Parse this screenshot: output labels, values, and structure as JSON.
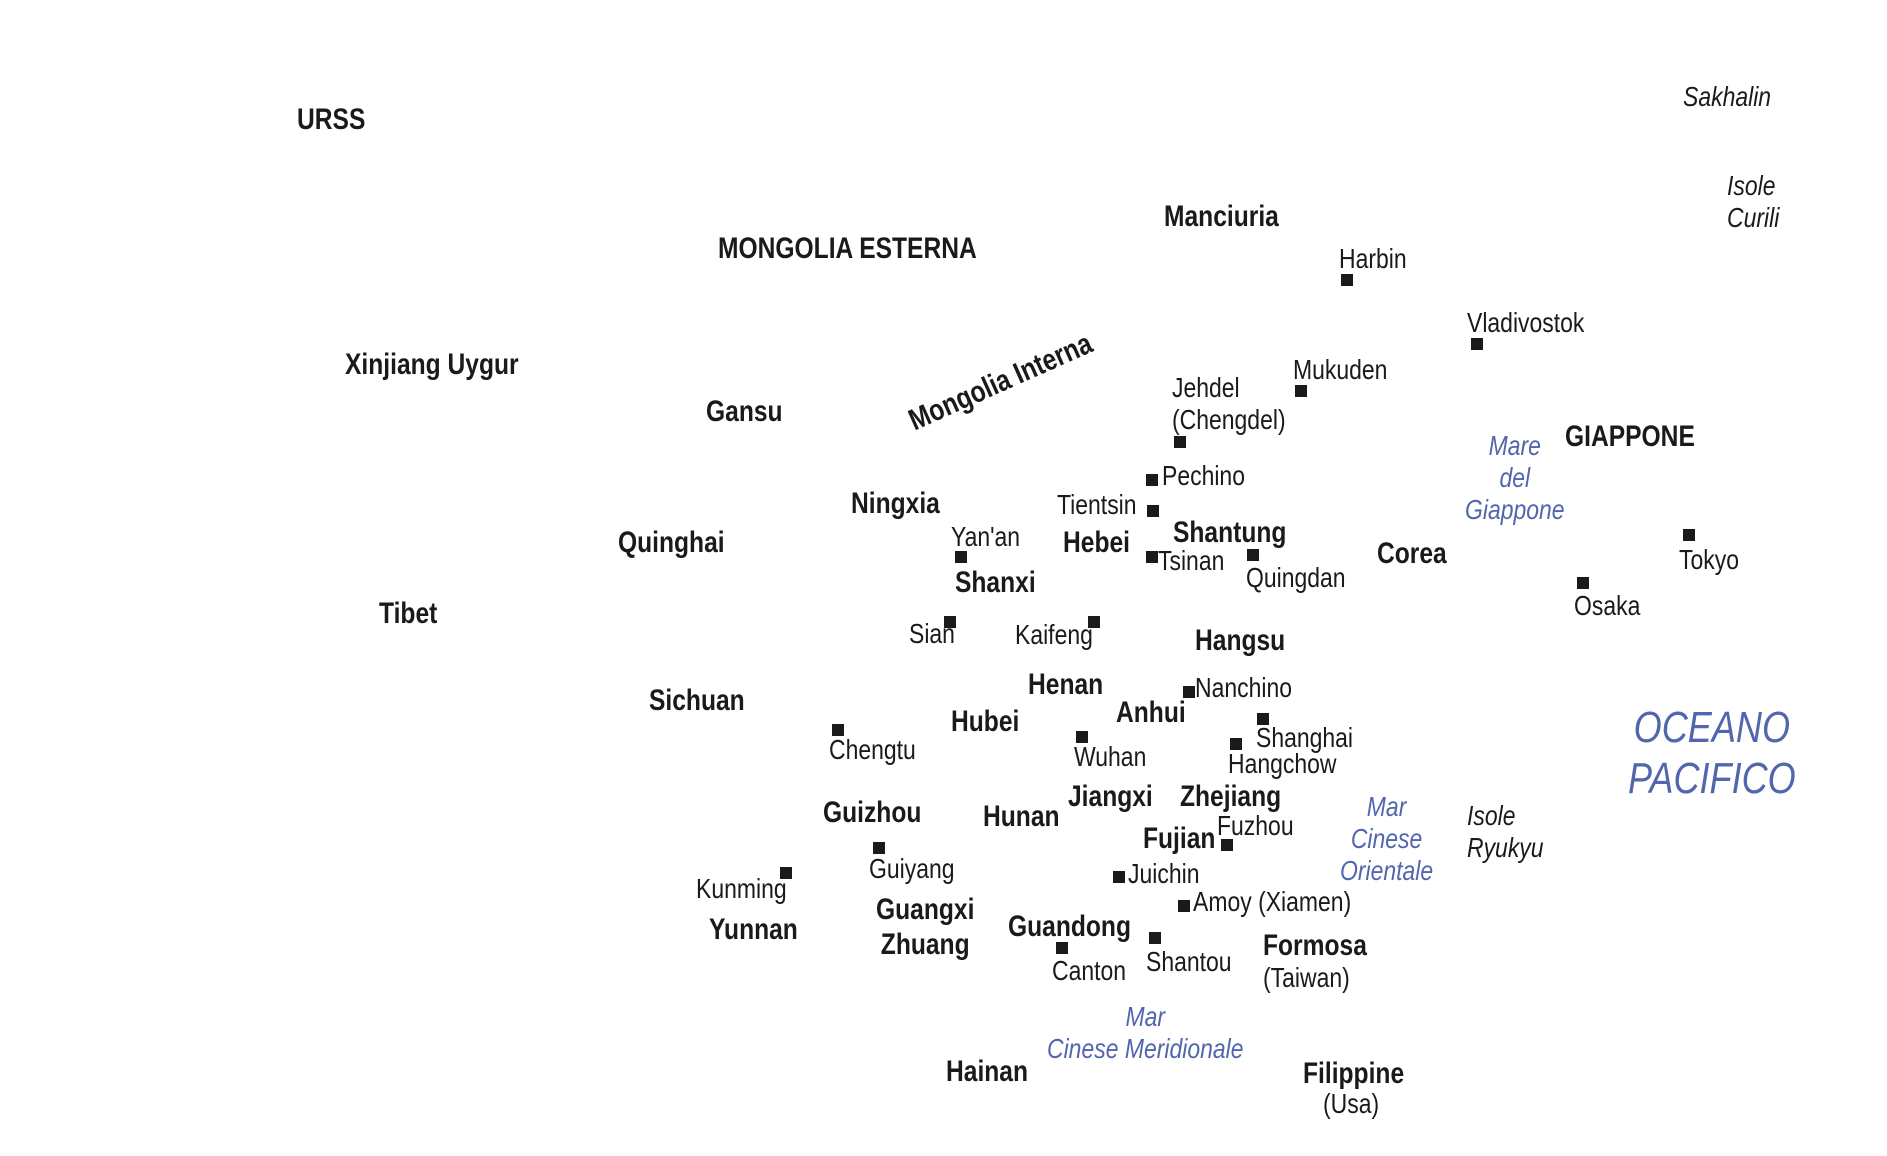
{
  "regions": {
    "urss": "URSS",
    "mongolia_esterna": "MONGOLIA ESTERNA",
    "manciuria": "Manciuria",
    "xinjiang": "Xinjiang Uygur",
    "gansu": "Gansu",
    "mongolia_interna": "Mongolia Interna",
    "giappone": "GIAPPONE",
    "ningxia": "Ningxia",
    "hebei": "Hebei",
    "shantung": "Shantung",
    "quinghai": "Quinghai",
    "corea": "Corea",
    "shanxi": "Shanxi",
    "tibet": "Tibet",
    "hangsu": "Hangsu",
    "henan": "Henan",
    "sichuan": "Sichuan",
    "anhui": "Anhui",
    "hubei": "Hubei",
    "jiangxi": "Jiangxi",
    "zhejiang": "Zhejiang",
    "guizhou": "Guizhou",
    "hunan": "Hunan",
    "fujian": "Fujian",
    "guangxi": "Guangxi\nZhuang",
    "yunnan": "Yunnan",
    "guandong": "Guandong",
    "formosa": "Formosa",
    "hainan": "Hainan",
    "filippine": "Filippine"
  },
  "region_notes": {
    "formosa": "(Taiwan)",
    "filippine": "(Usa)"
  },
  "cities": {
    "harbin": "Harbin",
    "vladivostok": "Vladivostok",
    "mukuden": "Mukuden",
    "jehdel": "Jehdel\n(Chengdel)",
    "pechino": "Pechino",
    "tientsin": "Tientsin",
    "yanan": "Yan'an",
    "tsinan": "Tsinan",
    "quingdan": "Quingdan",
    "tokyo": "Tokyo",
    "osaka": "Osaka",
    "sian": "Sian",
    "kaifeng": "Kaifeng",
    "nanchino": "Nanchino",
    "shanghai": "Shanghai",
    "chengtu": "Chengtu",
    "wuhan": "Wuhan",
    "hangchow": "Hangchow",
    "fuzhou": "Fuzhou",
    "guiyang": "Guiyang",
    "juichin": "Juichin",
    "kunming": "Kunming",
    "amoy": "Amoy (Xiamen)",
    "shantou": "Shantou",
    "canton": "Canton"
  },
  "seas": {
    "mare_giappone": "Mare\ndel\nGiappone",
    "mar_cinese_orientale": "Mar\nCinese\nOrientale",
    "mar_cinese_meridionale": "Mar\nCinese Meridionale",
    "oceano_pacifico": "OCEANO\nPACIFICO"
  },
  "islands": {
    "sakhalin": "Sakhalin",
    "isole_curili": "Isole\nCurili",
    "isole_ryukyu": "Isole\nRyukyu"
  },
  "colors": {
    "text": "#1a1a1a",
    "water": "#5166ad",
    "background": "#ffffff"
  },
  "icons": {
    "city_marker": "black-square"
  }
}
